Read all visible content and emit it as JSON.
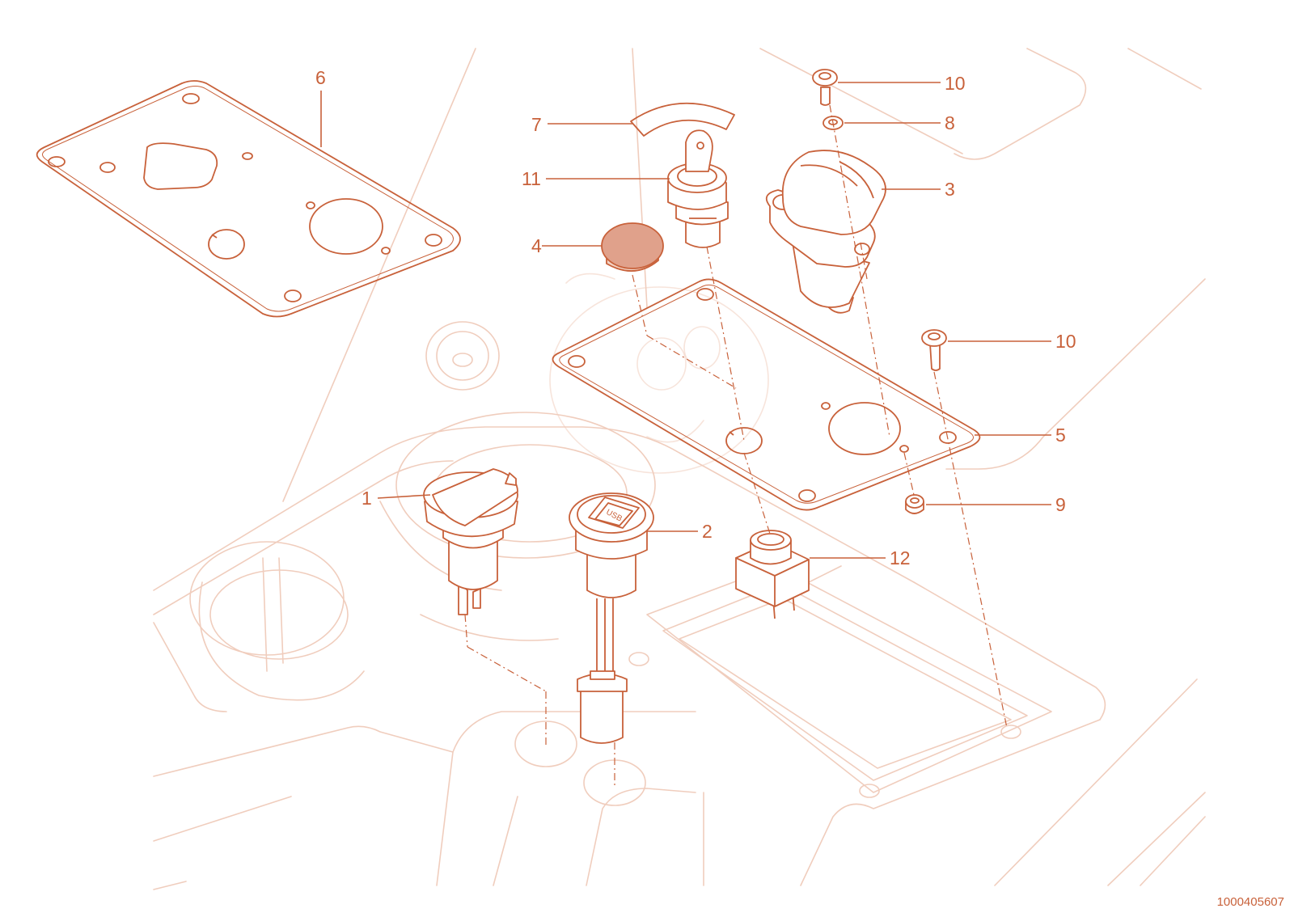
{
  "drawing_number": "1000405607",
  "colors": {
    "accent": "#c8613a",
    "faint": "#f0cdbd",
    "cap_fill": "#e0a18b"
  },
  "callouts": [
    {
      "id": "p1",
      "text": "1"
    },
    {
      "id": "p2",
      "text": "2"
    },
    {
      "id": "p3",
      "text": "3"
    },
    {
      "id": "p4",
      "text": "4"
    },
    {
      "id": "p5",
      "text": "5"
    },
    {
      "id": "p6",
      "text": "6"
    },
    {
      "id": "p7",
      "text": "7"
    },
    {
      "id": "p8",
      "text": "8"
    },
    {
      "id": "p9",
      "text": "9"
    },
    {
      "id": "p10a",
      "text": "10"
    },
    {
      "id": "p10b",
      "text": "10"
    },
    {
      "id": "p11",
      "text": "11"
    },
    {
      "id": "p12",
      "text": "12"
    }
  ],
  "usb_marking": "USB"
}
